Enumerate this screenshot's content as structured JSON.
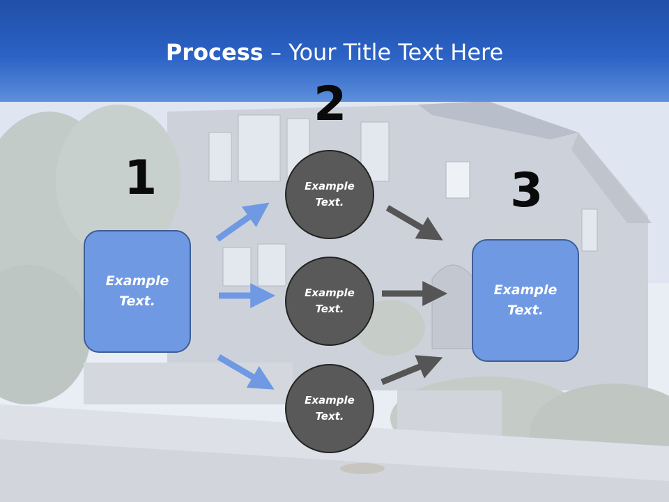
{
  "title": {
    "bold": "Process",
    "rest": " – Your Title Text Here"
  },
  "steps": [
    {
      "number": "1",
      "box_line1": "Example",
      "box_line2": "Text."
    },
    {
      "number": "2"
    },
    {
      "number": "3",
      "box_line1": "Example",
      "box_line2": "Text."
    }
  ],
  "circles": [
    {
      "line1": "Example",
      "line2": "Text."
    },
    {
      "line1": "Example",
      "line2": "Text."
    },
    {
      "line1": "Example",
      "line2": "Text."
    }
  ],
  "colors": {
    "header": "#2b62c4",
    "box_fill": "#6f99e3",
    "circle_fill": "#595959",
    "arrow_blue": "#6f99e3",
    "arrow_gray": "#555555"
  }
}
